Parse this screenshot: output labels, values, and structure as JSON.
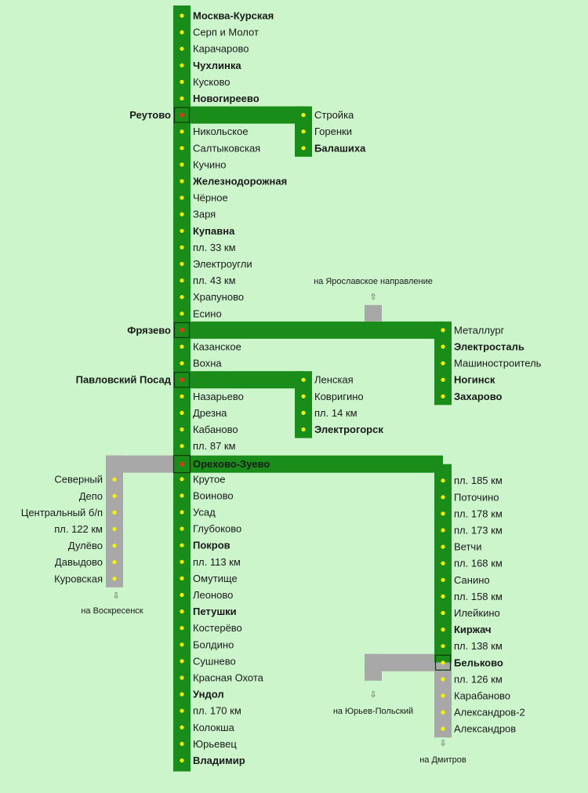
{
  "colors": {
    "background": "#ccf5cc",
    "line": "#1a8c1a",
    "branch_other": "#a8a8a8",
    "station_dot": "#f5f500",
    "junction_dot": "#d04010",
    "junction_border": "#0a3a0a",
    "text": "#1a1a1a"
  },
  "main_line": {
    "stations": [
      {
        "name": "Москва-Курская",
        "major": true
      },
      {
        "name": "Серп и Молот",
        "major": false
      },
      {
        "name": "Карачарово",
        "major": false
      },
      {
        "name": "Чухлинка",
        "major": true
      },
      {
        "name": "Кусково",
        "major": false
      },
      {
        "name": "Новогиреево",
        "major": true
      },
      {
        "name": "Реутово",
        "major": true,
        "junction": true
      },
      {
        "name": "Никольское",
        "major": false
      },
      {
        "name": "Салтыковская",
        "major": false
      },
      {
        "name": "Кучино",
        "major": false
      },
      {
        "name": "Железнодорожная",
        "major": true
      },
      {
        "name": "Чёрное",
        "major": false
      },
      {
        "name": "Заря",
        "major": false
      },
      {
        "name": "Купавна",
        "major": true
      },
      {
        "name": "пл. 33 км",
        "major": false
      },
      {
        "name": "Электроугли",
        "major": false
      },
      {
        "name": "пл. 43 км",
        "major": false
      },
      {
        "name": "Храпуново",
        "major": false
      },
      {
        "name": "Есино",
        "major": false
      },
      {
        "name": "Фрязево",
        "major": true,
        "junction": true
      },
      {
        "name": "Казанское",
        "major": false
      },
      {
        "name": "Вохна",
        "major": false
      },
      {
        "name": "Павловский Посад",
        "major": true,
        "junction": true
      },
      {
        "name": "Назарьево",
        "major": false
      },
      {
        "name": "Дрезна",
        "major": false
      },
      {
        "name": "Кабаново",
        "major": false
      },
      {
        "name": "пл. 87 км",
        "major": false
      },
      {
        "name": "Орехово-Зуево",
        "major": true,
        "junction": true
      },
      {
        "name": "Крутое",
        "major": false
      },
      {
        "name": "Воиново",
        "major": false
      },
      {
        "name": "Усад",
        "major": false
      },
      {
        "name": "Глубоково",
        "major": false
      },
      {
        "name": "Покров",
        "major": true
      },
      {
        "name": "пл. 113 км",
        "major": false
      },
      {
        "name": "Омутище",
        "major": false
      },
      {
        "name": "Леоново",
        "major": false
      },
      {
        "name": "Петушки",
        "major": true
      },
      {
        "name": "Костерёво",
        "major": false
      },
      {
        "name": "Болдино",
        "major": false
      },
      {
        "name": "Сушнево",
        "major": false
      },
      {
        "name": "Красная Охота",
        "major": false
      },
      {
        "name": "Ундол",
        "major": true
      },
      {
        "name": "пл. 170 км",
        "major": false
      },
      {
        "name": "Колокша",
        "major": false
      },
      {
        "name": "Юрьевец",
        "major": false
      },
      {
        "name": "Владимир",
        "major": true
      }
    ]
  },
  "branches": [
    {
      "id": "balashikha",
      "from": "Реутово",
      "stations": [
        {
          "name": "Стройка",
          "major": false
        },
        {
          "name": "Горенки",
          "major": false
        },
        {
          "name": "Балашиха",
          "major": true
        }
      ]
    },
    {
      "id": "zakharovo",
      "from": "Фрязево",
      "stations": [
        {
          "name": "Металлург",
          "major": false
        },
        {
          "name": "Электросталь",
          "major": true
        },
        {
          "name": "Машиностроитель",
          "major": false
        },
        {
          "name": "Ногинск",
          "major": true
        },
        {
          "name": "Захарово",
          "major": true
        }
      ],
      "connection_note": "на Ярославское направление"
    },
    {
      "id": "elektrogorsk",
      "from": "Павловский Посад",
      "stations": [
        {
          "name": "Ленская",
          "major": false
        },
        {
          "name": "Ковригино",
          "major": false
        },
        {
          "name": "пл. 14 км",
          "major": false
        },
        {
          "name": "Электрогорск",
          "major": true
        }
      ]
    },
    {
      "id": "kurovskaya",
      "from": "Орехово-Зуево",
      "stations": [
        {
          "name": "Северный",
          "major": false
        },
        {
          "name": "Депо",
          "major": false
        },
        {
          "name": "Центральный б/п",
          "major": false
        },
        {
          "name": "пл. 122 км",
          "major": false
        },
        {
          "name": "Дулёво",
          "major": false
        },
        {
          "name": "Давыдово",
          "major": false
        },
        {
          "name": "Куровская",
          "major": false
        }
      ],
      "connection_note": "на Воскресенск"
    },
    {
      "id": "aleksandrov",
      "from": "Орехово-Зуево",
      "stations": [
        {
          "name": "пл. 185 км",
          "major": false
        },
        {
          "name": "Поточино",
          "major": false
        },
        {
          "name": "пл. 178 км",
          "major": false
        },
        {
          "name": "пл. 173 км",
          "major": false
        },
        {
          "name": "Ветчи",
          "major": false
        },
        {
          "name": "пл. 168 км",
          "major": false
        },
        {
          "name": "Санино",
          "major": false
        },
        {
          "name": "пл. 158 км",
          "major": false
        },
        {
          "name": "Илейкино",
          "major": false
        },
        {
          "name": "Киржач",
          "major": true
        },
        {
          "name": "пл. 138 км",
          "major": false
        },
        {
          "name": "Бельково",
          "major": true,
          "junction": true
        },
        {
          "name": "пл. 126 км",
          "major": false
        },
        {
          "name": "Карабаново",
          "major": false
        },
        {
          "name": "Александров-2",
          "major": false
        },
        {
          "name": "Александров",
          "major": false
        }
      ],
      "connection_note_belkovo": "на Юрьев-Польский",
      "connection_note_end": "на Дмитров"
    }
  ],
  "arrows": {
    "up": "⇧",
    "down": "⇩"
  }
}
